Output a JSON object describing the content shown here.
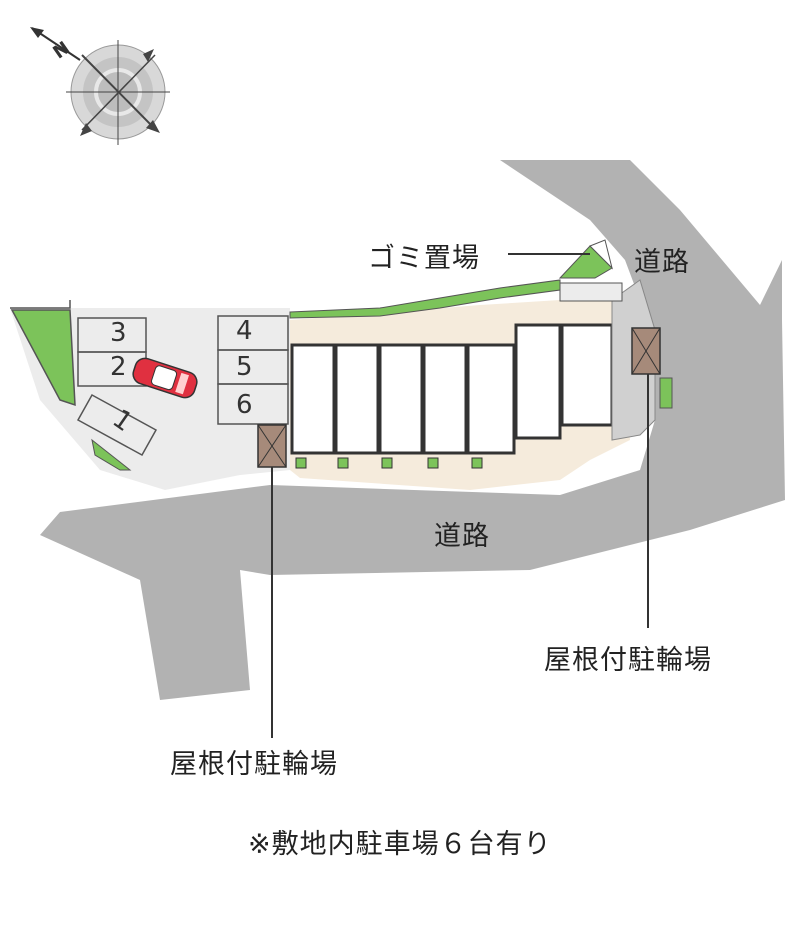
{
  "compass": {
    "north_letter": "N",
    "icon": "compass-rose-icon"
  },
  "labels": {
    "road_right": "道路",
    "road_bottom": "道路",
    "garbage": "ゴミ置場",
    "bike_right": "屋根付駐輪場",
    "bike_left": "屋根付駐輪場",
    "note": "※敷地内駐車場６台有り"
  },
  "parking_spaces": [
    "1",
    "2",
    "3",
    "4",
    "5",
    "6"
  ],
  "colors": {
    "road": "#b2b2b2",
    "lot": "#ececec",
    "green": "#7cc35a",
    "sand": "#f5ebdc",
    "bike_shed": "#a68a7a",
    "car": "#e03040",
    "building": "#ffffff",
    "stone": "#d0d0d0"
  }
}
